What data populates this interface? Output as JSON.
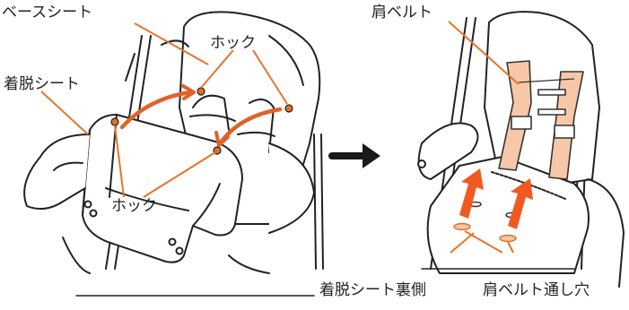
{
  "labels": {
    "base_seat": "ベースシート",
    "hook_top": "ホック",
    "removable_seat": "着脱シート",
    "hook_bottom": "ホック",
    "shoulder_belt": "肩ベルト",
    "removable_seat_back": "着脱シート裏側",
    "belt_hole": "肩ベルト通し穴"
  },
  "colors": {
    "leader_line": "#e8732a",
    "curved_arrow": "#e0622a",
    "hook_dot": "#e0702a",
    "belt": "#f6c8a8",
    "belt_stroke": "#333333",
    "up_arrow": "#f05a22",
    "next_arrow": "#1a1a1a",
    "outline": "#222222"
  },
  "icons": {
    "next_arrow": "right-arrow-icon",
    "insert_arrows": "up-arrow-icon"
  }
}
